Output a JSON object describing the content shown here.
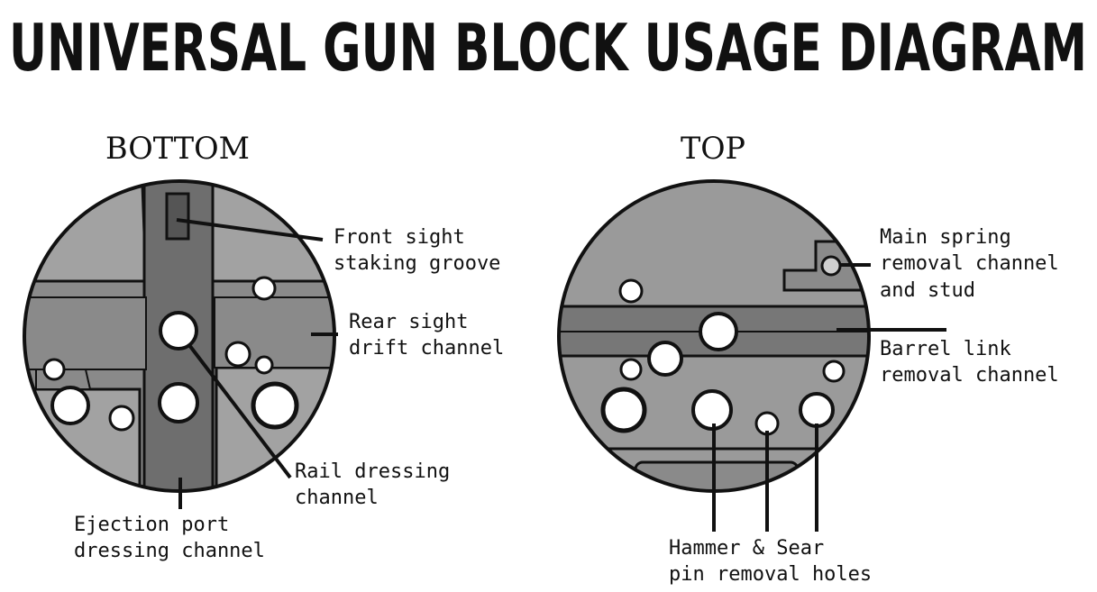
{
  "title": "UNIVERSAL GUN BLOCK USAGE DIAGRAM",
  "views": {
    "bottom": {
      "label": "BOTTOM",
      "callouts": {
        "front_sight": [
          "Front sight",
          "staking groove"
        ],
        "rear_sight": [
          "Rear sight",
          "drift channel"
        ],
        "rail_dressing": [
          "Rail dressing",
          "channel"
        ],
        "ejection_port": [
          "Ejection port",
          "dressing channel"
        ]
      }
    },
    "top": {
      "label": "TOP",
      "callouts": {
        "main_spring": [
          "Main spring",
          "removal channel",
          "and stud"
        ],
        "barrel_link": [
          "Barrel link",
          "removal channel"
        ],
        "hammer_sear": [
          "Hammer & Sear",
          "pin removal holes"
        ]
      }
    }
  },
  "colors": {
    "ink": "#111111",
    "body_light": "#9a9a9a",
    "body_mid": "#8a8a8a",
    "channel_dark": "#6e6e6e",
    "hole": "#ffffff"
  }
}
